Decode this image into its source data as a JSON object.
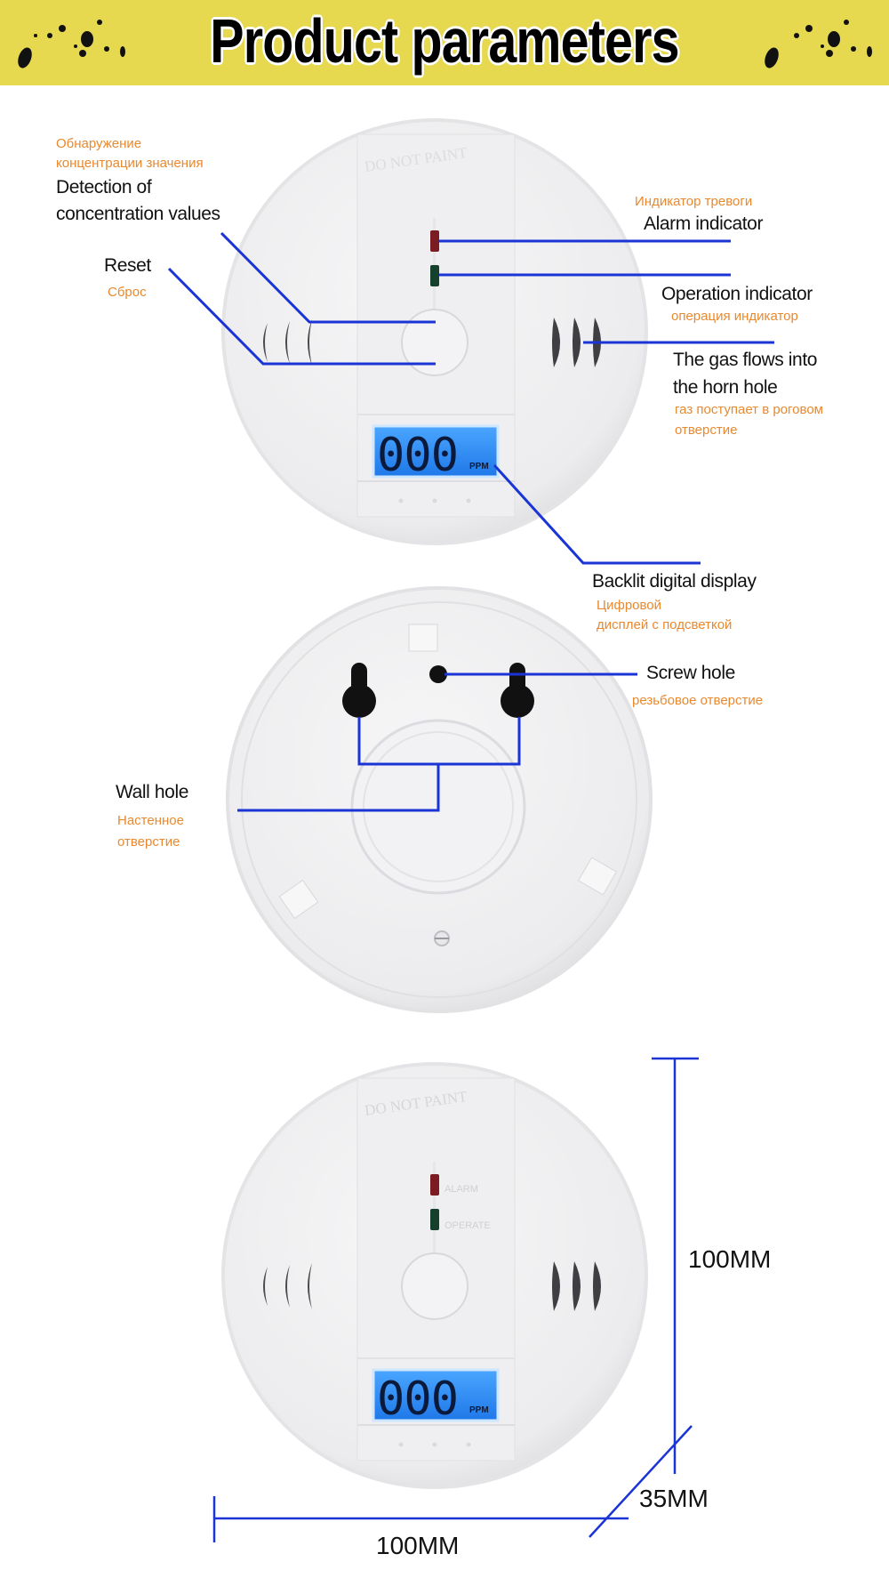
{
  "header": {
    "title": "Product parameters",
    "background": "#e6d94f"
  },
  "colors": {
    "leader_line": "#1a34d6",
    "ru_text": "#e8892f",
    "lcd": "#2f8df2"
  },
  "device_front": {
    "lcd_value": "000",
    "lcd_unit": "PPM",
    "embossed_top": "DO NOT PAINT",
    "led_alarm_label": "ALARM",
    "led_operate_label": "OPERATE"
  },
  "labels": {
    "detection": {
      "ru_line1": "Обнаружение",
      "ru_line2": "концентрации значения",
      "en_line1": "Detection of",
      "en_line2": "concentration values"
    },
    "reset": {
      "en": "Reset",
      "ru": "Сброс"
    },
    "alarm": {
      "ru": "Индикатор тревоги",
      "en": "Alarm indicator"
    },
    "operation": {
      "en": "Operation indicator",
      "ru": "операция индикатор"
    },
    "horn": {
      "en_line1": "The gas flows into",
      "en_line2": "the horn hole",
      "ru_line1": "газ поступает в роговом",
      "ru_line2": "отверстие"
    },
    "display": {
      "en": "Backlit digital display",
      "ru_line1": "Цифровой",
      "ru_line2": "дисплей с подсветкой"
    },
    "screw": {
      "en": "Screw hole",
      "ru": "резьбовое отверстие"
    },
    "wall": {
      "en": "Wall hole",
      "ru_line1": "Настенное",
      "ru_line2": "отверстие"
    }
  },
  "dimensions": {
    "height": "100MM",
    "depth": "35MM",
    "width": "100MM"
  }
}
